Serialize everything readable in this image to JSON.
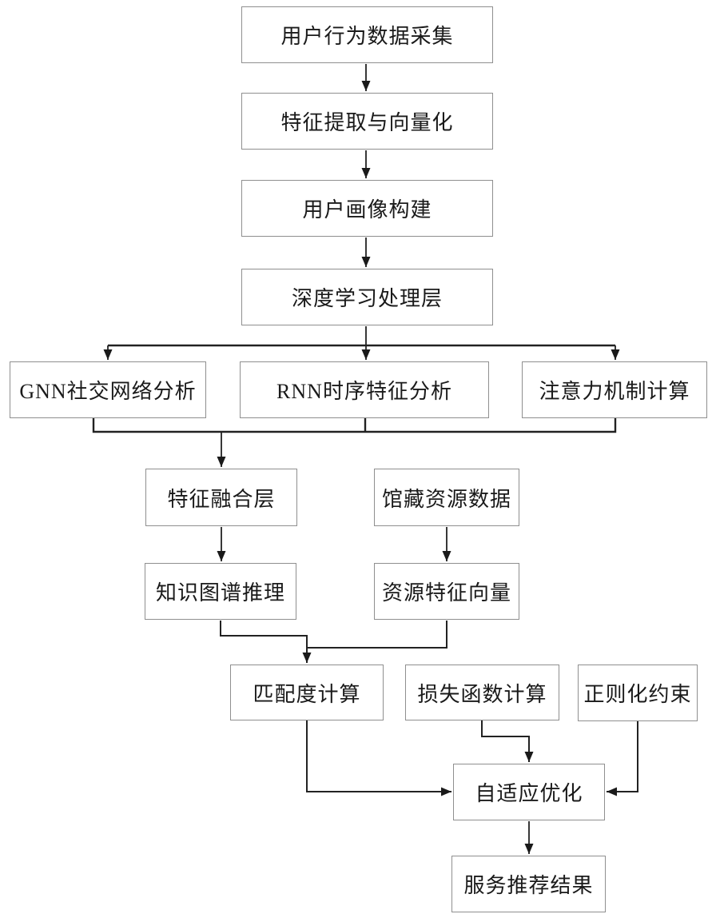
{
  "diagram": {
    "type": "flowchart",
    "colors": {
      "background": "#ffffff",
      "box_fill": "#ffffff",
      "box_border": "#8f8f8f",
      "text": "#1a1a1a",
      "line": "#222222"
    },
    "nodes": [
      {
        "id": "user-behavior-collection",
        "label": "用户行为数据采集"
      },
      {
        "id": "feature-extraction-vectorization",
        "label": "特征提取与向量化"
      },
      {
        "id": "user-profile-construction",
        "label": "用户画像构建"
      },
      {
        "id": "deep-learning-layer",
        "label": "深度学习处理层"
      },
      {
        "id": "gnn-social-network-analysis",
        "label": "GNN社交网络分析"
      },
      {
        "id": "rnn-temporal-feature-analysis",
        "label": "RNN时序特征分析"
      },
      {
        "id": "attention-mechanism-computation",
        "label": "注意力机制计算"
      },
      {
        "id": "feature-fusion-layer",
        "label": "特征融合层"
      },
      {
        "id": "library-resource-data",
        "label": "馆藏资源数据"
      },
      {
        "id": "knowledge-graph-reasoning",
        "label": "知识图谱推理"
      },
      {
        "id": "resource-feature-vector",
        "label": "资源特征向量"
      },
      {
        "id": "matching-degree-computation",
        "label": "匹配度计算"
      },
      {
        "id": "loss-function-computation",
        "label": "损失函数计算"
      },
      {
        "id": "regularization-constraint",
        "label": "正则化约束"
      },
      {
        "id": "adaptive-optimization",
        "label": "自适应优化"
      },
      {
        "id": "service-recommendation-result",
        "label": "服务推荐结果"
      }
    ],
    "edges": [
      {
        "from": "user-behavior-collection",
        "to": "feature-extraction-vectorization"
      },
      {
        "from": "feature-extraction-vectorization",
        "to": "user-profile-construction"
      },
      {
        "from": "user-profile-construction",
        "to": "deep-learning-layer"
      },
      {
        "from": "deep-learning-layer",
        "to": "gnn-social-network-analysis"
      },
      {
        "from": "deep-learning-layer",
        "to": "rnn-temporal-feature-analysis"
      },
      {
        "from": "deep-learning-layer",
        "to": "attention-mechanism-computation"
      },
      {
        "from": "gnn-social-network-analysis",
        "to": "feature-fusion-layer"
      },
      {
        "from": "rnn-temporal-feature-analysis",
        "to": "feature-fusion-layer"
      },
      {
        "from": "attention-mechanism-computation",
        "to": "feature-fusion-layer"
      },
      {
        "from": "feature-fusion-layer",
        "to": "knowledge-graph-reasoning"
      },
      {
        "from": "library-resource-data",
        "to": "resource-feature-vector"
      },
      {
        "from": "knowledge-graph-reasoning",
        "to": "matching-degree-computation"
      },
      {
        "from": "resource-feature-vector",
        "to": "matching-degree-computation"
      },
      {
        "from": "matching-degree-computation",
        "to": "adaptive-optimization"
      },
      {
        "from": "loss-function-computation",
        "to": "adaptive-optimization"
      },
      {
        "from": "regularization-constraint",
        "to": "adaptive-optimization"
      },
      {
        "from": "adaptive-optimization",
        "to": "service-recommendation-result"
      }
    ]
  }
}
